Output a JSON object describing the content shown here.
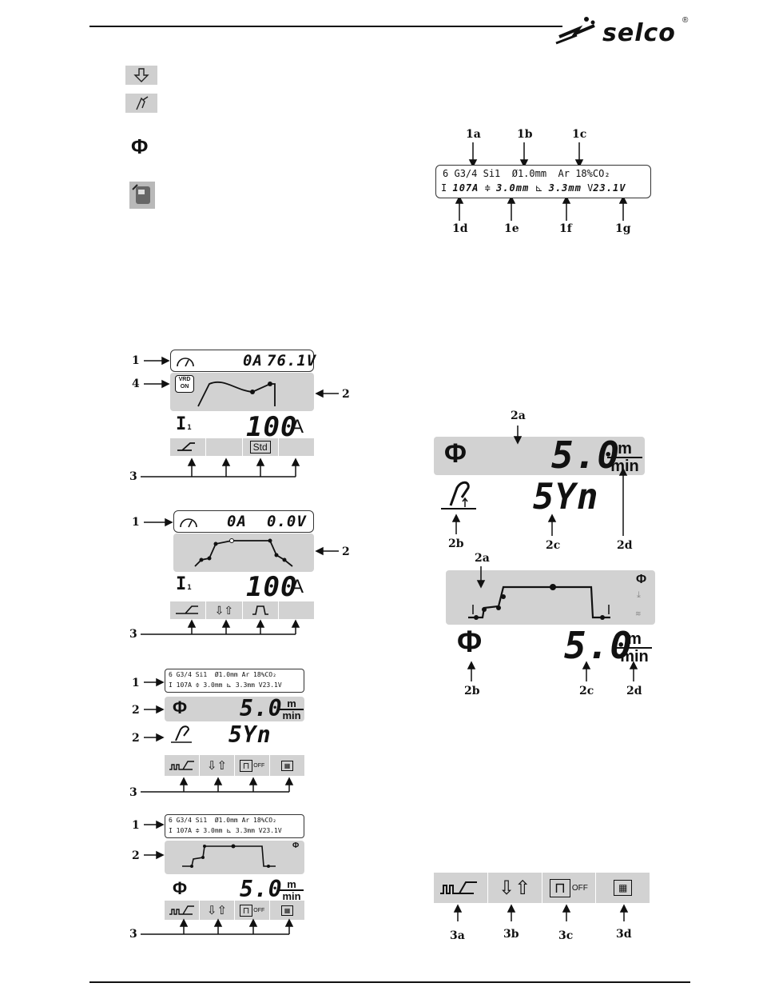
{
  "brand": {
    "name": "selco",
    "reg": "®"
  },
  "legend": {
    "phi": "Φ"
  },
  "lcd_line": {
    "row1": {
      "prog": "6",
      "wire": "G3/4 Si1",
      "dia": "Ø1.0mm",
      "gas": "Ar 18%CO₂"
    },
    "row2": {
      "i_lbl": "I",
      "i_val": "107A",
      "thick": "3.0mm",
      "fillet": "3.3mm",
      "v_lbl": "V",
      "v_val": "23.1V"
    },
    "labels_top": [
      "1a",
      "1b",
      "1c"
    ],
    "labels_bottom": [
      "1d",
      "1e",
      "1f",
      "1g"
    ]
  },
  "screen1": {
    "amps": "0A",
    "volts": "76.1V",
    "vrd": [
      "VRD",
      "ON"
    ],
    "param_sym": "I",
    "param_sub": "1",
    "param_val": "100",
    "param_unit": "A",
    "tab_std": "Std",
    "callouts": [
      "1",
      "4",
      "2",
      "3"
    ]
  },
  "screen2": {
    "amps": "0A",
    "volts": "0.0V",
    "param_sym": "I",
    "param_sub": "1",
    "param_val": "100",
    "param_unit": "A",
    "callouts": [
      "1",
      "2",
      "3"
    ]
  },
  "screen3": {
    "callouts": [
      "1",
      "2",
      "2",
      "3"
    ],
    "speed": "5.0",
    "unit_num": "m",
    "unit_den": "min",
    "syn": "5Yn",
    "off": "OFF"
  },
  "screen4": {
    "callouts": [
      "1",
      "2",
      "3"
    ],
    "speed": "5.0",
    "unit_num": "m",
    "unit_den": "min",
    "off": "OFF"
  },
  "detail_speed": {
    "labels": [
      "2a",
      "2b",
      "2c",
      "2d"
    ],
    "speed": "5.0",
    "unit_num": "m",
    "unit_den": "min",
    "syn": "5Yn"
  },
  "detail_graph": {
    "labels": [
      "2a",
      "2b",
      "2c",
      "2d"
    ],
    "speed": "5.0",
    "unit_num": "m",
    "unit_den": "min"
  },
  "detail_tabs": {
    "labels": [
      "3a",
      "3b",
      "3c",
      "3d"
    ],
    "off": "OFF"
  }
}
